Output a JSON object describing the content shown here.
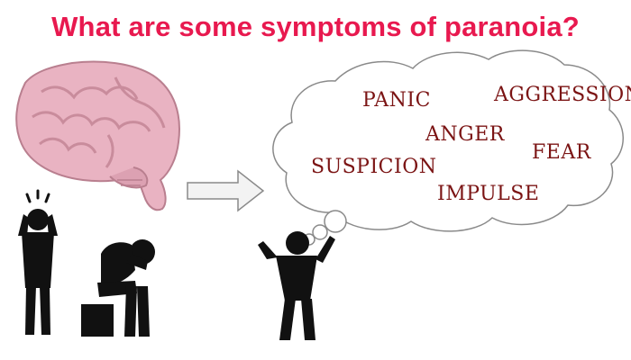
{
  "title": "What are some symptoms of paranoia?",
  "symptoms": {
    "panic": "PANIC",
    "aggression": "AGGRESSION",
    "anger": "ANGER",
    "suspicion": "SUSPICION",
    "fear": "FEAR",
    "impulse": "IMPULSE"
  },
  "colors": {
    "title": "#e8194f",
    "symptom_text": "#7b1414",
    "brain": "#e9b3c2",
    "figure": "#111111"
  }
}
